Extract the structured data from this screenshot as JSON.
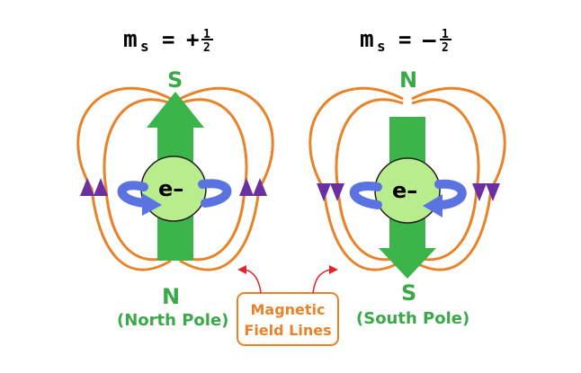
{
  "left": {
    "title_m": "m",
    "title_sub": "s",
    "title_eq": "=",
    "title_sign": "+",
    "frac_num": "1",
    "frac_den": "2",
    "top_pole": "S",
    "bottom_pole": "N",
    "pole_caption": "(North Pole)",
    "electron": "e–"
  },
  "right": {
    "title_m": "m",
    "title_sub": "s",
    "title_eq": "=",
    "title_sign": "–",
    "frac_num": "1",
    "frac_den": "2",
    "top_pole": "N",
    "bottom_pole": "S",
    "pole_caption": "(South Pole)",
    "electron": "e–"
  },
  "callout": {
    "line1": "Magnetic",
    "line2": "Field Lines"
  },
  "colors": {
    "field_line": "#e8832a",
    "arrow_green": "#3bb54a",
    "electron_fill": "#b8ec8c",
    "spin_arrow": "#5b73e0",
    "triangle": "#6a2fa0",
    "pointer": "#e0262c",
    "pole_text": "#3ba94a"
  }
}
